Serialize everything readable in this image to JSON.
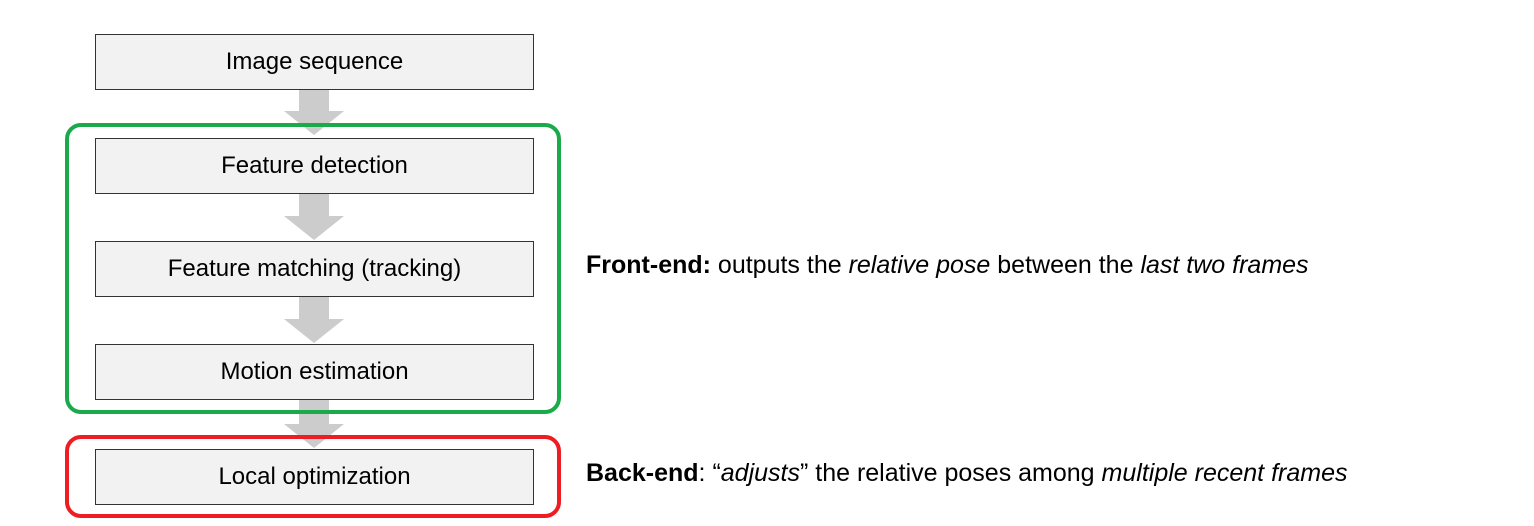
{
  "steps": [
    {
      "label": "Image sequence"
    },
    {
      "label": "Feature detection"
    },
    {
      "label": "Feature matching (tracking)"
    },
    {
      "label": "Motion estimation"
    },
    {
      "label": "Local optimization"
    }
  ],
  "colors": {
    "front_end_border": "#1aaa4b",
    "back_end_border": "#ee1c23",
    "arrow": "#cccccc",
    "box_fill": "#f2f2f2"
  },
  "front_end_note": {
    "heading": "Front-end:",
    "t1": " outputs the ",
    "em1": "relative pose",
    "t2": " between the ",
    "em2": "last two frames"
  },
  "back_end_note": {
    "heading": "Back-end",
    "t1": ": “",
    "em1": "adjusts",
    "t2": "” the relative poses among ",
    "em2": "multiple recent frames"
  }
}
